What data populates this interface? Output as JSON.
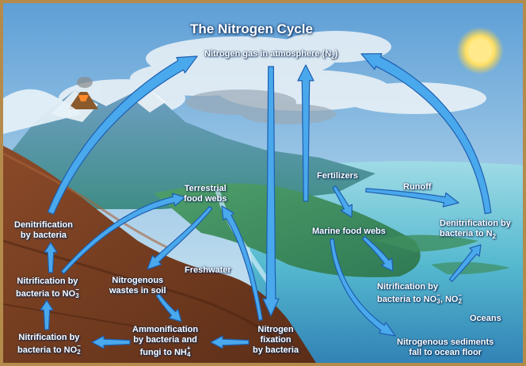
{
  "title": "The Nitrogen Cycle",
  "colors": {
    "arrow_fill": "#4aa8ec",
    "arrow_edge": "#1d5fb0",
    "sky": "#8fbde0",
    "ocean": "#6cc6d8",
    "soil": "#7a3f22",
    "sun": "#ffe066"
  },
  "labels": {
    "atmosphere": {
      "prefix": "Nitrogen gas in atmosphere (N",
      "sub": "2",
      "suffix": ")"
    },
    "fertilizers": "Fertilizers",
    "runoff": "Runoff",
    "terrestrial": [
      "Terrestrial",
      "food webs"
    ],
    "denitrification_land": [
      "Denitrification",
      "by bacteria"
    ],
    "freshwater": "Freshwater",
    "marine": "Marine food webs",
    "denitrification_ocean": {
      "line1": "Denitrification by",
      "line2_prefix": "bacteria to N",
      "line2_sub": "2"
    },
    "nitrification_no3_land": {
      "line1": "Nitrification by",
      "line2_prefix": "bacteria to NO",
      "line2_sub": "3",
      "line2_sup": "−"
    },
    "nitrogenous_wastes": [
      "Nitrogenous",
      "wastes in soil"
    ],
    "nitrification_ocean": {
      "line1": "Nitrification by",
      "line2_prefix": "bacteria to NO",
      "a_sub": "3",
      "a_sup": "−",
      "mid": ", NO",
      "b_sub": "2",
      "b_sup": "−"
    },
    "oceans": "Oceans",
    "nitrification_no2_land": {
      "line1": "Nitrification by",
      "line2_prefix": "bacteria to NO",
      "line2_sub": "2",
      "line2_sup": "−"
    },
    "ammonification": {
      "line1": "Ammonification",
      "line2": "by bacteria and",
      "line3_prefix": "fungi to NH",
      "line3_sub": "4",
      "line3_sup": "+"
    },
    "fixation": [
      "Nitrogen",
      "fixation",
      "by bacteria"
    ],
    "sediments": [
      "Nitrogenous sediments",
      "fall to ocean floor"
    ]
  }
}
